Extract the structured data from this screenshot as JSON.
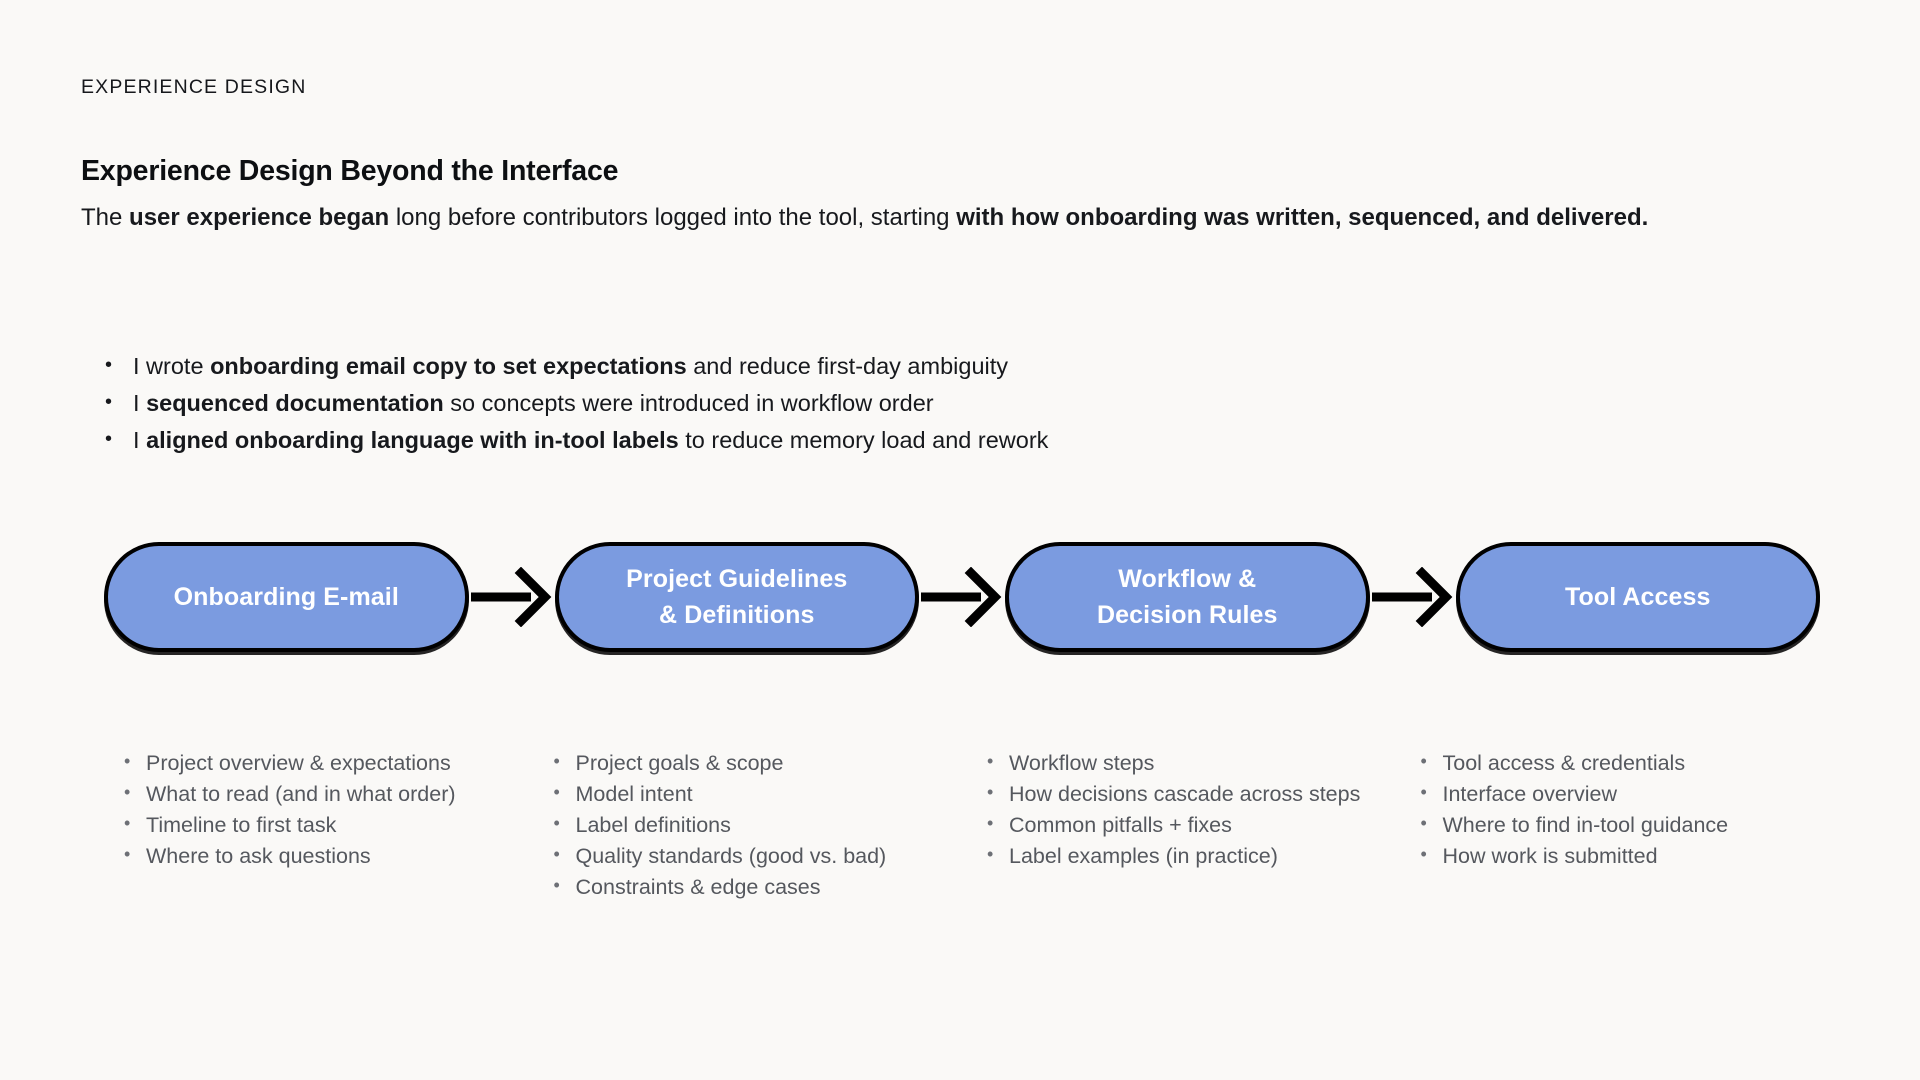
{
  "eyebrow": "EXPERIENCE DESIGN",
  "headline": "Experience Design Beyond the Interface",
  "intro": {
    "part1": "The ",
    "bold1": "user experience began",
    "part2": " long before contributors logged into the tool, starting ",
    "bold2": "with how onboarding was written, sequenced, and delivered."
  },
  "highlights": [
    {
      "lead": "I wrote ",
      "bold": "onboarding email copy to set expectations",
      "tail": " and reduce first-day ambiguity"
    },
    {
      "lead": "I ",
      "bold": "sequenced documentation",
      "tail": " so concepts were introduced in workflow order"
    },
    {
      "lead": "I ",
      "bold": "aligned onboarding language with in-tool labels",
      "tail": " to reduce memory load and rework"
    }
  ],
  "flow": {
    "node_fill": "#7b9be0",
    "node_text_color": "#ffffff",
    "border_color": "#000000",
    "nodes": [
      {
        "label": "Onboarding E-mail"
      },
      {
        "label": "Project Guidelines\n& Definitions"
      },
      {
        "label": "Workflow &\nDecision Rules"
      },
      {
        "label": "Tool Access"
      }
    ],
    "connector_count": 3
  },
  "columns": [
    {
      "items": [
        "Project overview & expectations",
        "What to read (and in what order)",
        "Timeline to first task",
        "Where to ask questions"
      ]
    },
    {
      "items": [
        "Project goals & scope",
        "Model intent",
        "Label definitions",
        "Quality standards (good vs. bad)",
        "Constraints & edge cases"
      ]
    },
    {
      "items": [
        "Workflow steps",
        "How decisions cascade across steps",
        "Common pitfalls + fixes",
        "Label examples (in practice)"
      ]
    },
    {
      "items": [
        "Tool access & credentials",
        "Interface overview",
        "Where to find in-tool guidance",
        "How work is submitted"
      ]
    }
  ],
  "theme": {
    "background": "#faf9f7",
    "text": "#17191d",
    "muted_text": "#55585e",
    "accent": "#7b9be0"
  }
}
